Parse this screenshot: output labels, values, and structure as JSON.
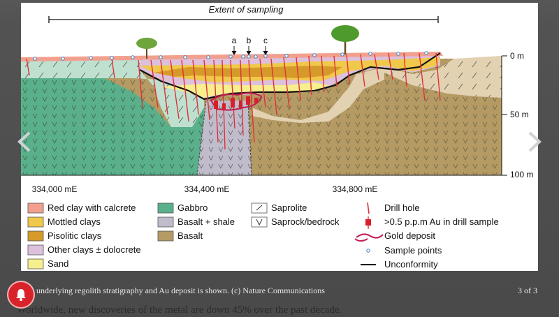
{
  "figure": {
    "extent_label": "Extent of sampling",
    "points": [
      "a",
      "b",
      "c"
    ],
    "depth_ticks": [
      "0 m",
      "50 m",
      "100 m"
    ],
    "easting_ticks": [
      "334,000 mE",
      "334,400 mE",
      "334,800 mE"
    ],
    "legend": {
      "col1": [
        "Red clay with calcrete",
        "Mottled clays",
        "Pisolitic clays",
        "Other clays ± dolocrete",
        "Sand"
      ],
      "col2": [
        "Gabbro",
        "Basalt + shale",
        "Basalt"
      ],
      "col3": [
        "Saprolite",
        "Saprock/bedrock"
      ],
      "col4": [
        "Drill hole",
        ">0.5 p.p.m Au in drill sample",
        "Gold deposit",
        "Sample points",
        "Unconformity"
      ]
    },
    "colors": {
      "red_clay": "#f2a08d",
      "mottled": "#f0c94a",
      "pisolitic": "#d69a2a",
      "other_clays": "#dcc0dc",
      "sand": "#f7ee8e",
      "gabbro": "#5ab08a",
      "basalt_shale": "#c0bccb",
      "basalt": "#b59a63",
      "saprolite_gabbro": "#bfe0cf",
      "saprolite_basalt": "#e2d2b2",
      "drill": "#e0303a"
    }
  },
  "caption": {
    "text": "underlying regolith stratigraphy and Au deposit is shown. (c) Nature Communications",
    "counter": "3 of 3"
  },
  "background": {
    "bottom_text": "Worldwide, new discoveries of the metal are down 45% over the past decade."
  }
}
